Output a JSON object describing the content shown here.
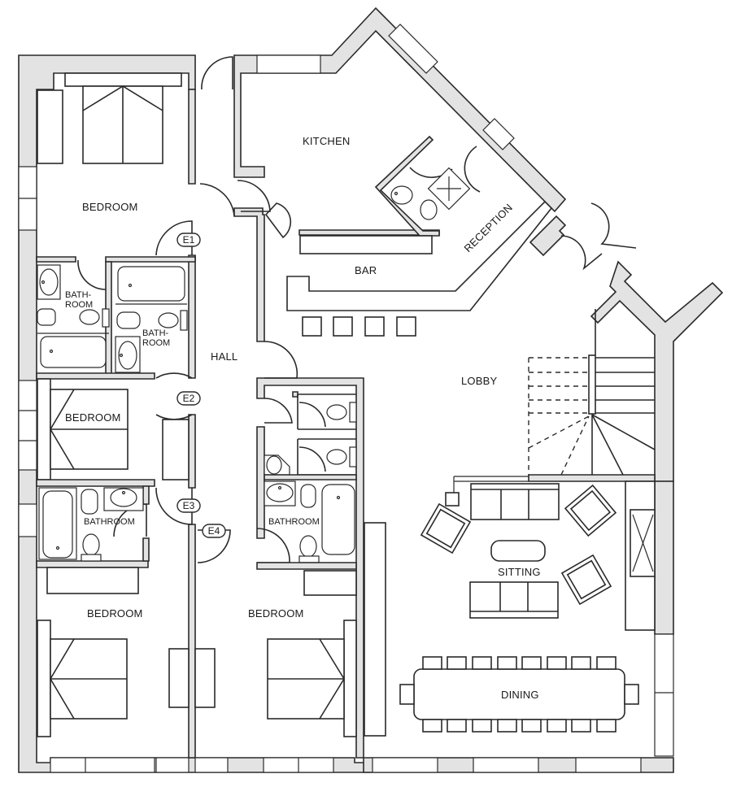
{
  "colors": {
    "wall_fill": "#e3e3e3",
    "line": "#2a2a2a",
    "background": "#ffffff"
  },
  "rooms": {
    "bedroom_1": "BEDROOM",
    "bedroom_2": "BEDROOM",
    "bedroom_3": "BEDROOM",
    "bedroom_4": "BEDROOM",
    "bathroom_1_line1": "BATH-",
    "bathroom_1_line2": "ROOM",
    "bathroom_2_line1": "BATH-",
    "bathroom_2_line2": "ROOM",
    "bathroom_3": "BATHROOM",
    "bathroom_4": "BATHROOM",
    "hall": "HALL",
    "kitchen": "KITCHEN",
    "bar": "BAR",
    "reception": "RECEPTION",
    "lobby": "LOBBY",
    "sitting": "SITTING",
    "dining": "DINING"
  },
  "entrances": {
    "e1": "E1",
    "e2": "E2",
    "e3": "E3",
    "e4": "E4"
  }
}
